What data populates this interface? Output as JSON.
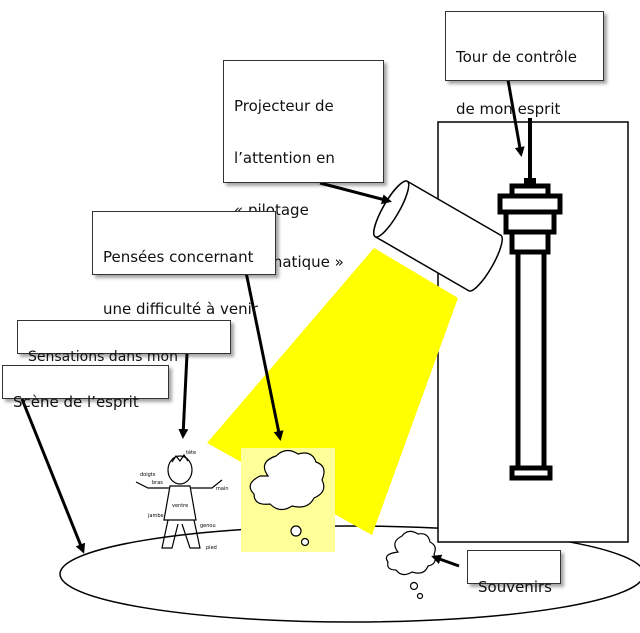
{
  "labels": {
    "control_tower": [
      "Tour de contrôle",
      "de mon esprit"
    ],
    "spotlight": [
      "Projecteur de",
      "l’attention en",
      "« pilotage",
      "automatique »"
    ],
    "thoughts": [
      "Pensées concernant",
      "une difficulté à venir"
    ],
    "sensations": "Sensations dans mon corps",
    "mind_stage": "Scène de l’esprit",
    "memories": "Souvenirs"
  },
  "body_parts": {
    "head": "tête",
    "arm": "bras",
    "hand": "main",
    "belly": "ventre",
    "leg": "jambe",
    "knee": "genou",
    "foot": "pied",
    "finger": "doigts"
  },
  "colors": {
    "beam": "#ffff00",
    "thought_bg": "#ffff99",
    "stroke": "#000000"
  }
}
